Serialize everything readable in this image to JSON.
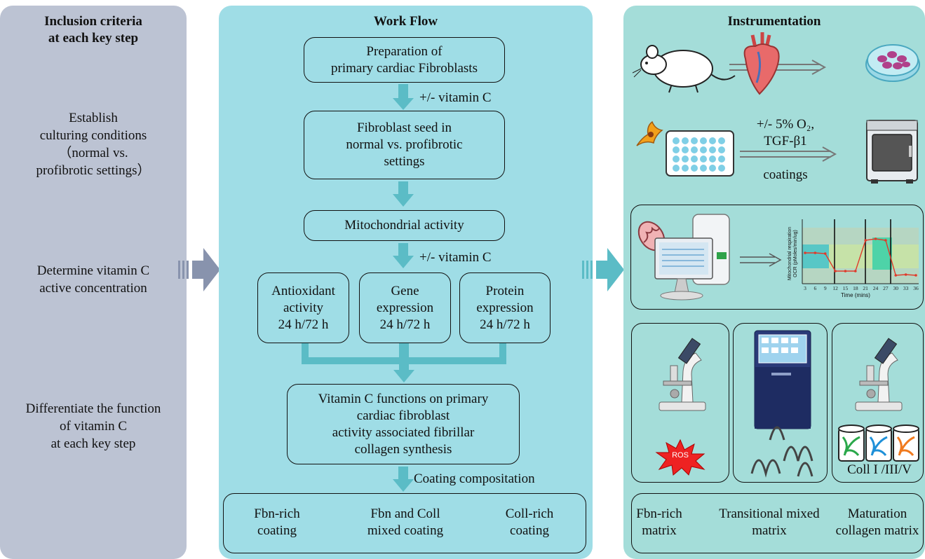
{
  "left_panel": {
    "title": "Inclusion criteria\nat each key step",
    "items": [
      "Establish\nculturing conditions\n（normal vs.\nprofibrotic settings）",
      "Determine vitamin C\nactive concentration",
      "Differentiate the function\nof vitamin C\nat each key step"
    ]
  },
  "workflow": {
    "title": "Work Flow",
    "step1": "Preparation of\nprimary cardiac Fibroblasts",
    "note1": "+/- vitamin C",
    "step2": "Fibroblast seed in\nnormal vs. profibrotic\nsettings",
    "step3": "Mitochondrial activity",
    "note2": "+/- vitamin C",
    "branches": [
      "Antioxidant\nactivity\n24 h/72 h",
      "Gene\nexpression\n24 h/72 h",
      "Protein\nexpression\n24 h/72 h"
    ],
    "result": "Vitamin C functions on primary\ncardiac fibroblast\nactivity associated fibrillar\ncollagen synthesis",
    "note3": "Coating compositation",
    "coatings": [
      "Fbn-rich\ncoating",
      "Fbn and Coll\nmixed coating",
      "Coll-rich\ncoating"
    ]
  },
  "instrumentation": {
    "title": "Instrumentation",
    "conditions": "+/- 5% O₂,\nTGF-β1",
    "coatings_label": "coatings",
    "ocr_ylabel": "Mitochondrial respiration\nOCR (pMoles/min/ug)",
    "ocr_xlabel": "Time (mins)",
    "ocr_ticks": [
      "3",
      "6",
      "9",
      "12",
      "15",
      "18",
      "21",
      "24",
      "27",
      "30",
      "33",
      "36"
    ],
    "ros_label": "ROS",
    "coll_label": "Coll  I /III/V",
    "matrices": [
      "Fbn-rich\nmatrix",
      "Transitional mixed\nmatrix",
      "Maturation\ncollagen matrix"
    ]
  },
  "colors": {
    "left_bg": "#bcc3d3",
    "mid_bg": "#9fdde6",
    "right_bg": "#a4ddd9",
    "arrow_teal": "#5bbcc6",
    "arrow_left": "#8893ad"
  }
}
